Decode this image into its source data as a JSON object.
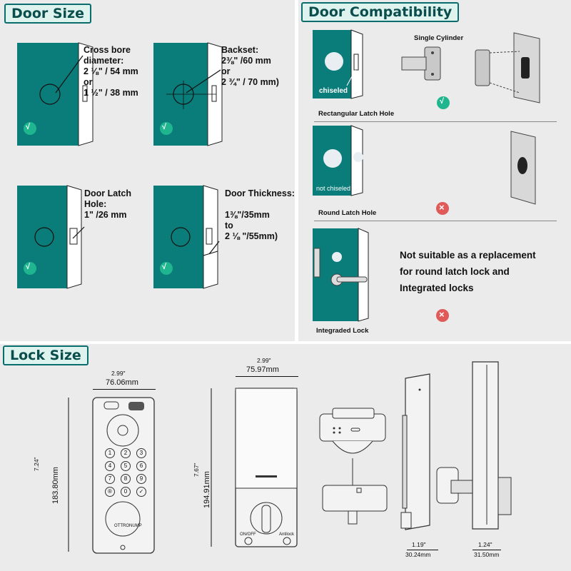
{
  "door_size": {
    "title": "Door Size",
    "cross_bore": "Cross bore\ndiameter:\n2 ⅛\" / 54 mm\nor\n1 ½\" / 38 mm",
    "backset": "Backset:\n2⅜\" /60 mm\nor\n2 ¾\" / 70 mm)",
    "latch_hole": "Door Latch\nHole:\n1\" /26 mm",
    "thickness_title": "Door Thickness:",
    "thickness": "1⅜\"/35mm\nto\n2 ⅛ \"/55mm)",
    "check_mark": "√"
  },
  "compat": {
    "title": "Door Compatibility",
    "single_cylinder": "Single Cylinder",
    "chiseled": "chiseled",
    "rect_latch": "Rectangular Latch Hole",
    "not_chiseled": "not chiseled",
    "round_latch": "Round Latch Hole",
    "not_suitable": "Not suitable as a replacement\nfor round latch lock and\nIntegrated locks",
    "integrated": "Integraded Lock",
    "check_mark": "√",
    "cross_mark": "×"
  },
  "lock_size": {
    "title": "Lock Size",
    "front_width_in": "2.99\"",
    "front_width_mm": "76.06mm",
    "front_height_in": "7.24\"",
    "front_height_mm": "183.80mm",
    "back_width_in": "2.99\"",
    "back_width_mm": "75.97mm",
    "back_height_in": "7.67\"",
    "back_height_mm": "194.91mm",
    "side1_in": "1.19\"",
    "side1_mm": "30.24mm",
    "side2_in": "1.24\"",
    "side2_mm": "31.50mm",
    "keys": [
      "1",
      "2",
      "3",
      "4",
      "5",
      "6",
      "7",
      "8",
      "9",
      "®",
      "0",
      "✓"
    ],
    "brand": "OTTRONUMP",
    "onoff": "ON/OFF",
    "antilock": "Antilock"
  },
  "colors": {
    "teal": "#0a7d7a",
    "teal_dark": "#085f5c",
    "panel": "#ebebeb",
    "check": "#1fb58f",
    "cross": "#e05a5a"
  }
}
